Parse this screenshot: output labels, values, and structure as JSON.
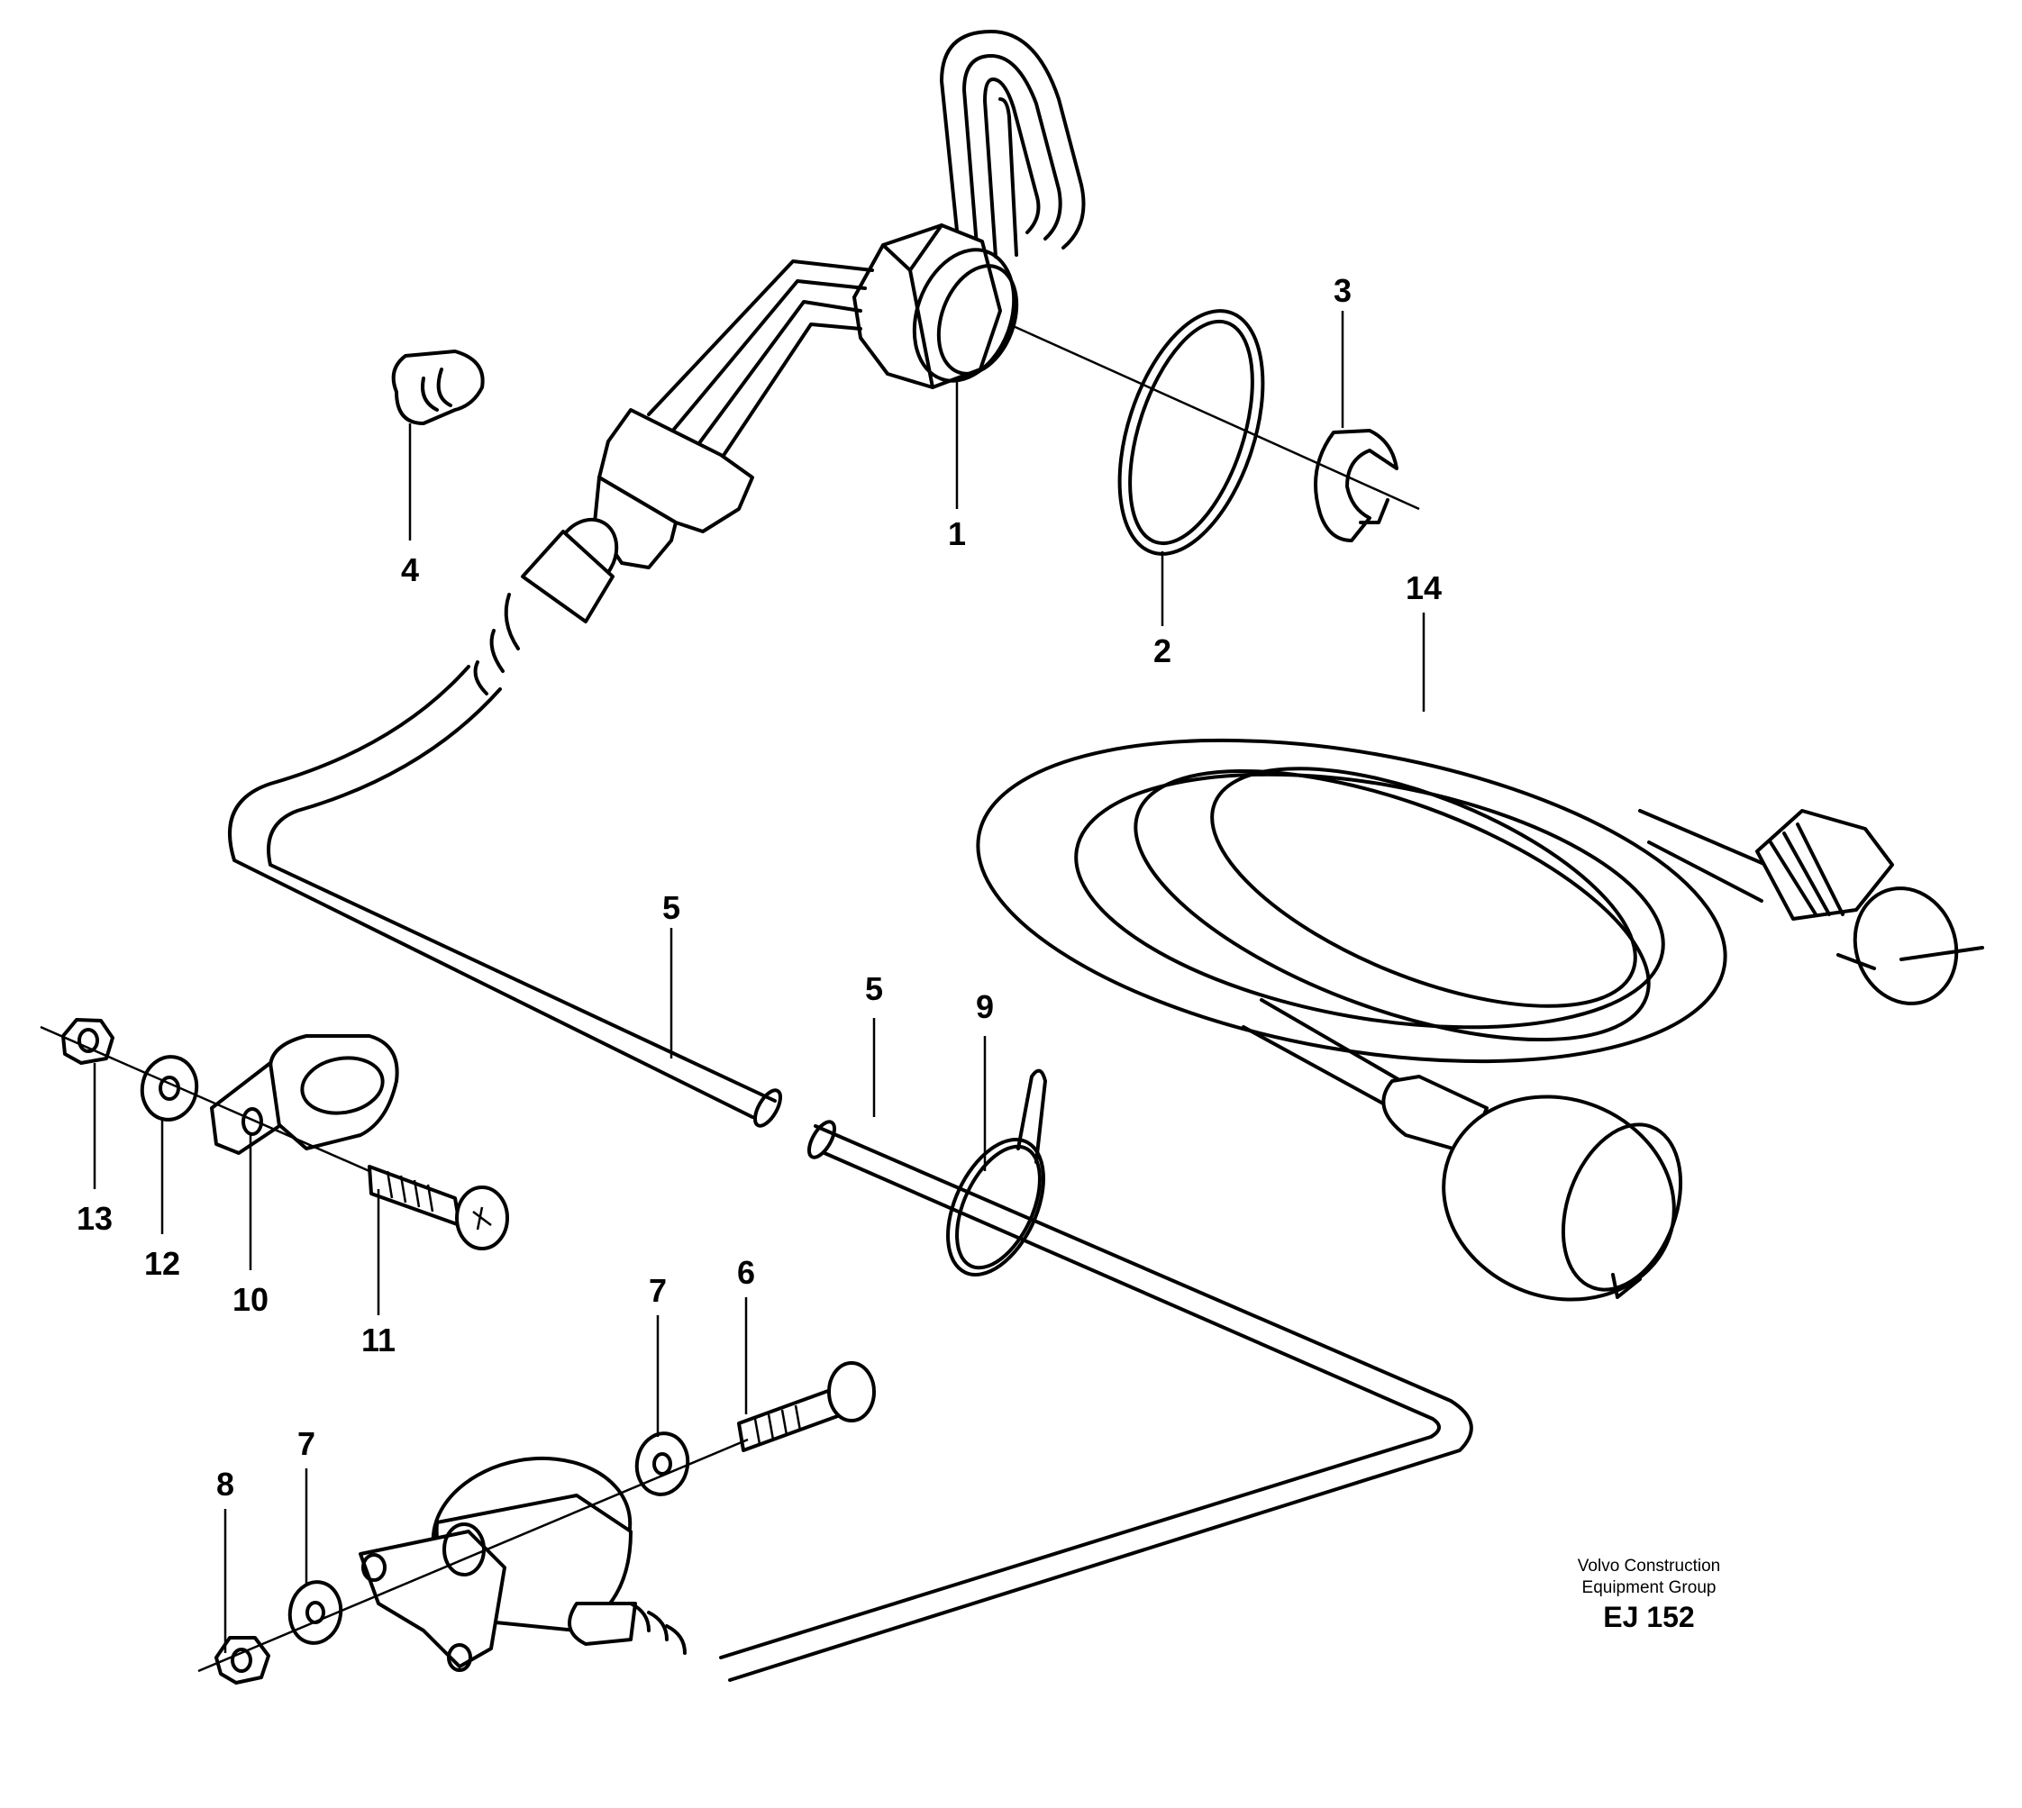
{
  "callouts": {
    "c1": "1",
    "c2": "2",
    "c3": "3",
    "c4": "4",
    "c5a": "5",
    "c5b": "5",
    "c6": "6",
    "c7a": "7",
    "c7b": "7",
    "c8": "8",
    "c9": "9",
    "c10": "10",
    "c11": "11",
    "c12": "12",
    "c13": "13",
    "c14": "14"
  },
  "footer": {
    "company_line1": "Volvo Construction",
    "company_line2": "Equipment Group",
    "drawing_code": "EJ 152"
  }
}
